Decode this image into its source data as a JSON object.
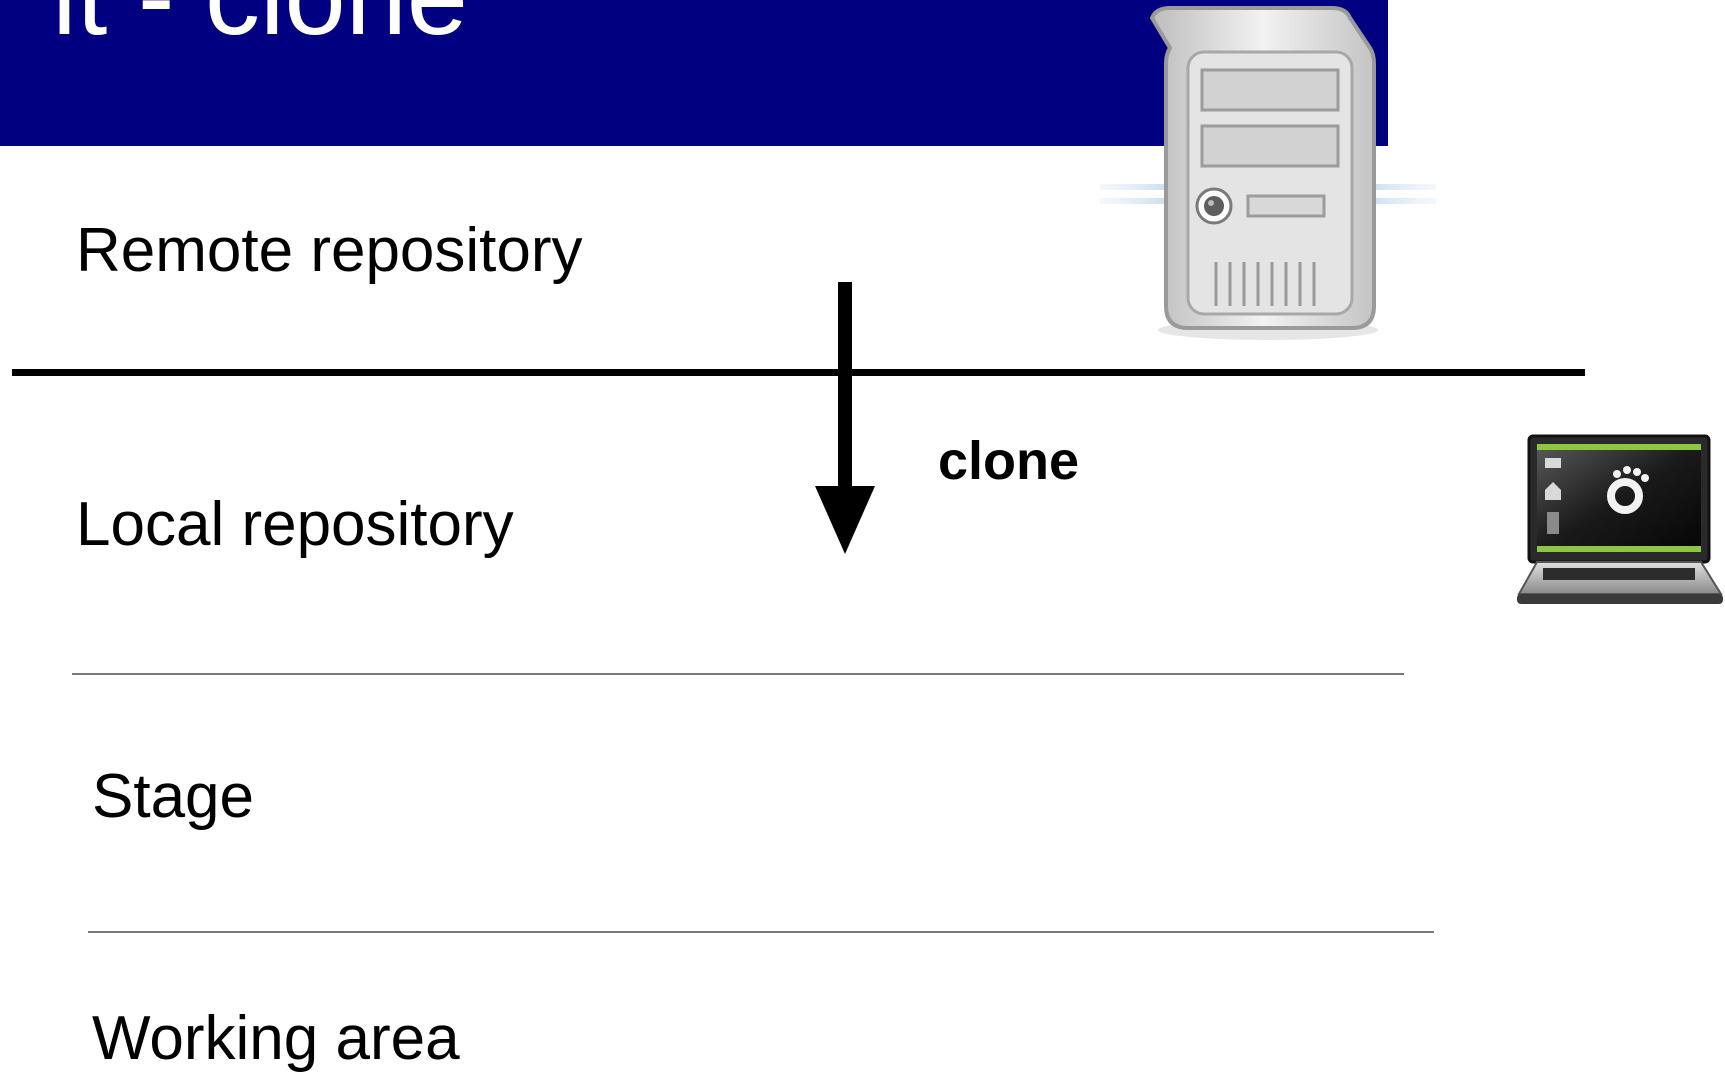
{
  "title": "it - clone",
  "levels": {
    "remote": "Remote repository",
    "local": "Local repository",
    "stage": "Stage",
    "working": "Working area"
  },
  "arrow_label": "clone",
  "icons": {
    "server": "server-tower-icon",
    "laptop": "laptop-icon"
  },
  "colors": {
    "title_background": "#000080",
    "title_text": "#ffffff"
  }
}
